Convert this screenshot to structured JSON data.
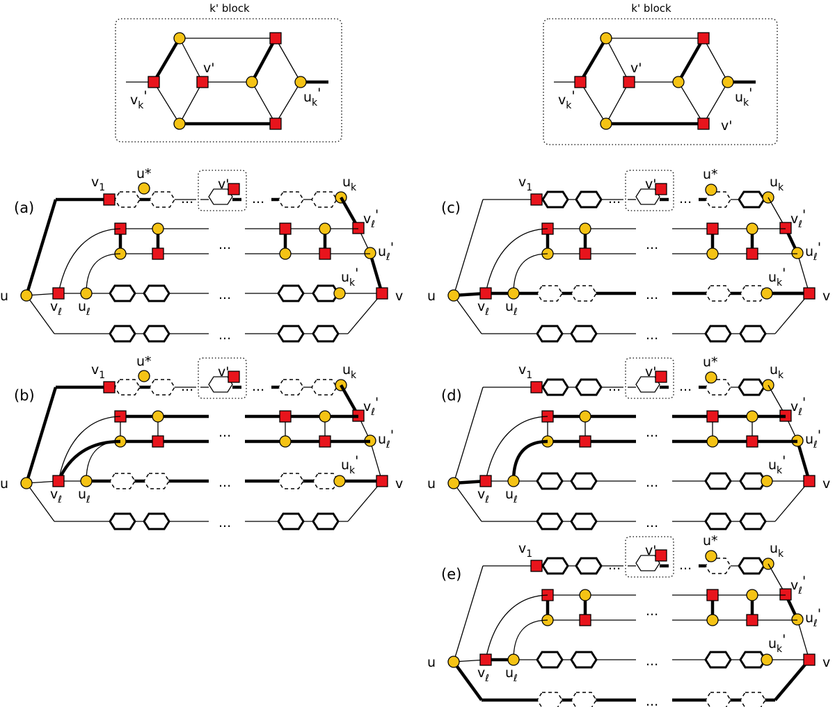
{
  "title": "k' block",
  "panels": [
    "(a)",
    "(b)",
    "(c)",
    "(d)",
    "(e)"
  ],
  "vertex_labels": {
    "vk": "v",
    "uk": "u",
    "k": "k",
    "prime": "'",
    "vprime": "v'",
    "v1": "v",
    "one": "1",
    "ustar": "u*",
    "vl": "v",
    "ul": "u",
    "ell": "ℓ",
    "u": "u",
    "v": "v",
    "ellipsis": "..."
  }
}
